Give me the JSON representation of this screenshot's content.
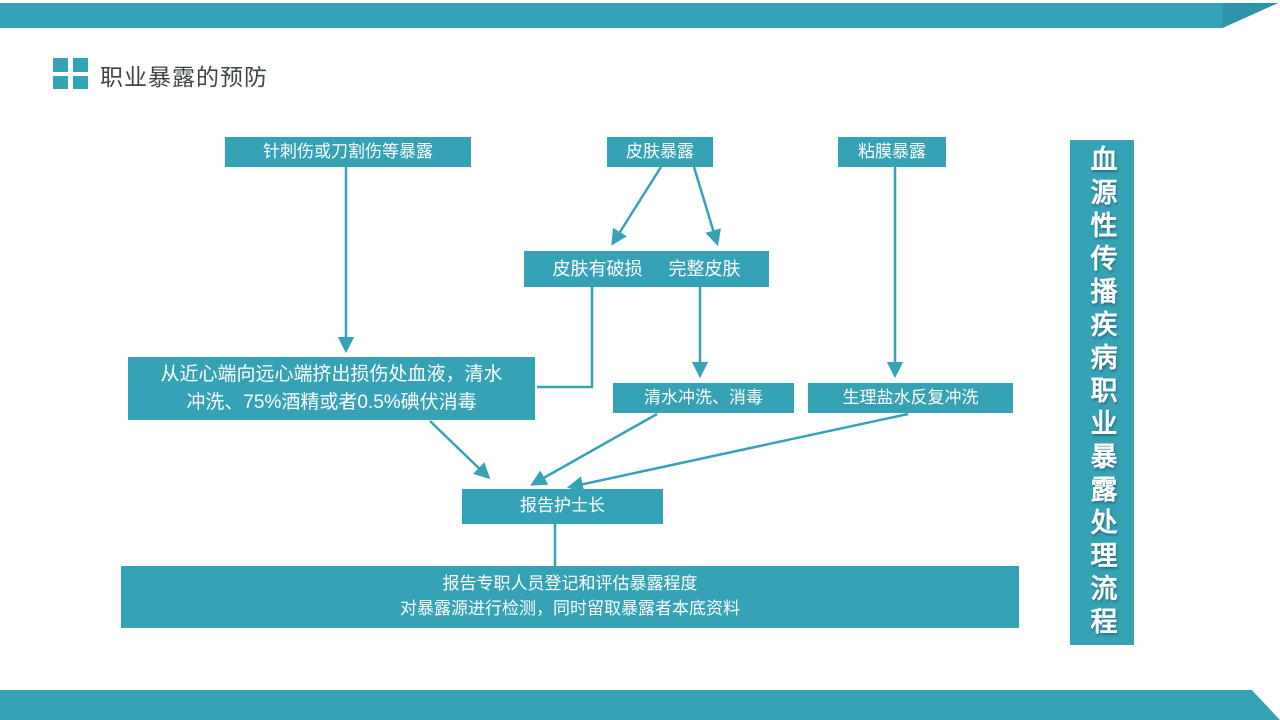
{
  "colors": {
    "accent": "#36a2b6",
    "accent_dark": "#2f93a9",
    "title_text": "#3e4549"
  },
  "header": {
    "title": "职业暴露的预防"
  },
  "banner": {
    "vertical_text": "血源性传播疾病职业暴露处理流程"
  },
  "flowchart": {
    "nodes": {
      "needle_cut": "针刺伤或刀割伤等暴露",
      "skin_exposure": "皮肤暴露",
      "mucosa_exposure": "粘膜暴露",
      "skin_broken": "皮肤有破损",
      "skin_intact": "完整皮肤",
      "squeeze_line1": "从近心端向远心端挤出损伤处血液，清水",
      "squeeze_line2": "冲洗、75%酒精或者0.5%碘伏消毒",
      "water_rinse": "清水冲洗、消毒",
      "saline_rinse": "生理盐水反复冲洗",
      "report_nurse": "报告护士长",
      "report_staff_line1": "报告专职人员登记和评估暴露程度",
      "report_staff_line2": "对暴露源进行检测，同时留取暴露者本底资料"
    }
  }
}
